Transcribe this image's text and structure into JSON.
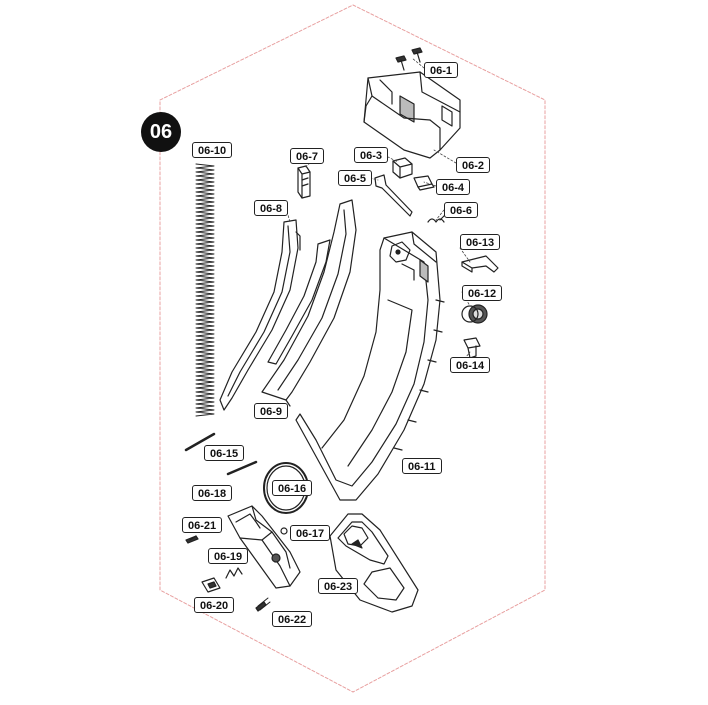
{
  "section": "06",
  "frame_color": "#e8a0a0",
  "parts": [
    {
      "id": "06-1",
      "name": "screw"
    },
    {
      "id": "06-2",
      "name": "magazine-top-housing"
    },
    {
      "id": "06-3",
      "name": "follower-block"
    },
    {
      "id": "06-4",
      "name": "feed-lip"
    },
    {
      "id": "06-5",
      "name": "latch"
    },
    {
      "id": "06-6",
      "name": "torsion-spring"
    },
    {
      "id": "06-7",
      "name": "catch-tab"
    },
    {
      "id": "06-8",
      "name": "magazine-inner-left"
    },
    {
      "id": "06-9",
      "name": "magazine-inner-right"
    },
    {
      "id": "06-10",
      "name": "magazine-spring"
    },
    {
      "id": "06-11",
      "name": "magazine-outer-shell"
    },
    {
      "id": "06-12",
      "name": "wheel-gear"
    },
    {
      "id": "06-13",
      "name": "cover-plate"
    },
    {
      "id": "06-14",
      "name": "axle"
    },
    {
      "id": "06-15",
      "name": "pins"
    },
    {
      "id": "06-16",
      "name": "o-ring"
    },
    {
      "id": "06-17",
      "name": "small-ring"
    },
    {
      "id": "06-18",
      "name": "base-insert"
    },
    {
      "id": "06-19",
      "name": "spring"
    },
    {
      "id": "06-20",
      "name": "catch"
    },
    {
      "id": "06-21",
      "name": "screw"
    },
    {
      "id": "06-22",
      "name": "screw"
    },
    {
      "id": "06-23",
      "name": "baseplate"
    }
  ]
}
